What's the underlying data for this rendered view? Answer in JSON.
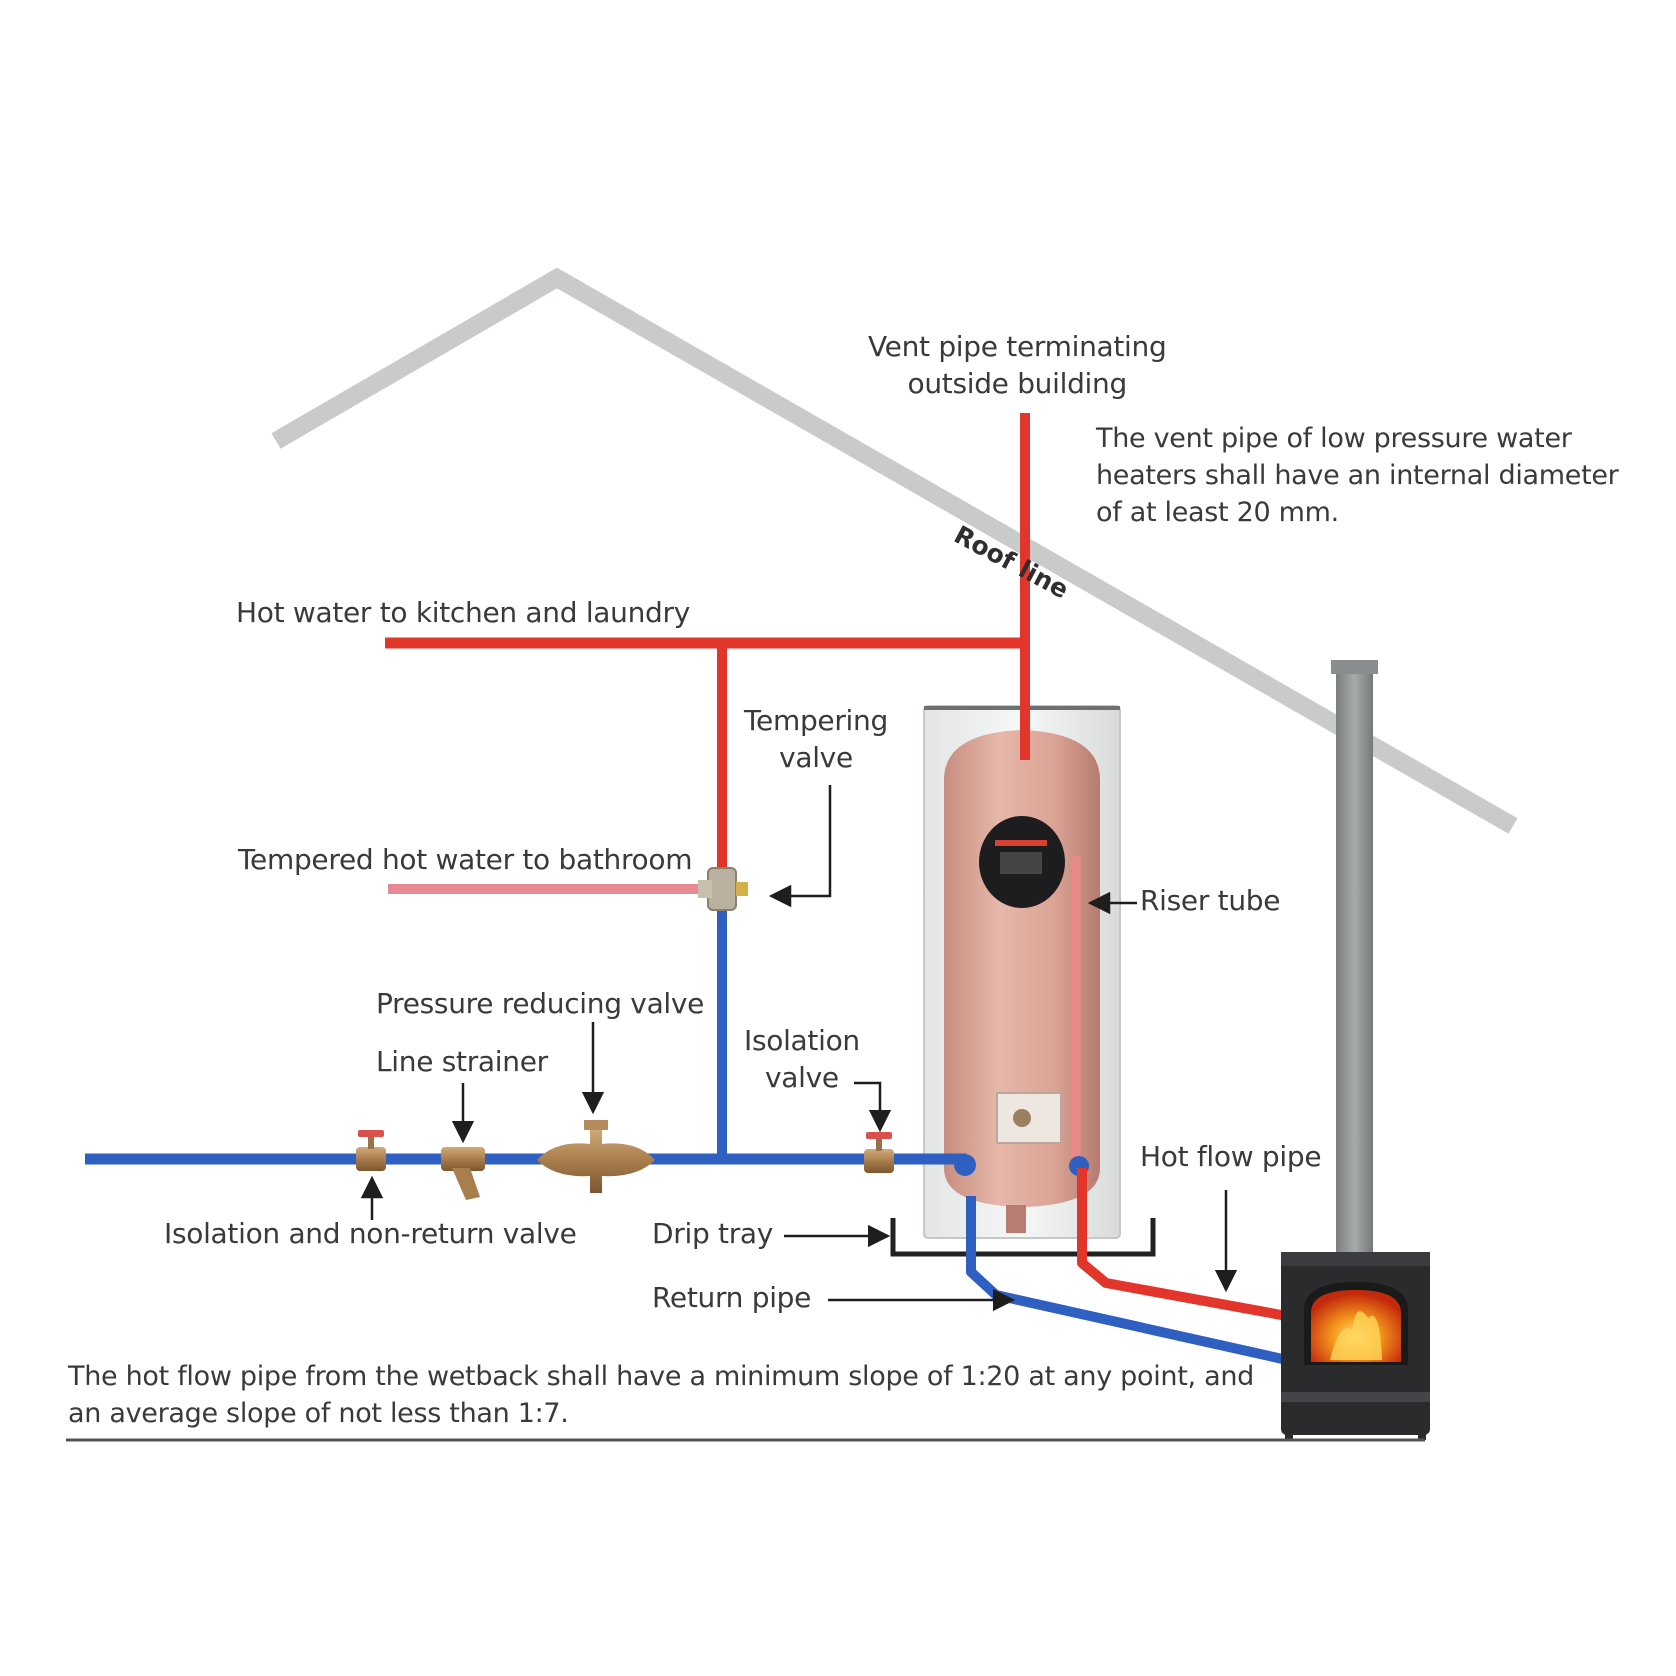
{
  "labels": {
    "vent_pipe": [
      "Vent pipe terminating",
      "outside building"
    ],
    "vent_note": [
      "The vent pipe of low pressure water",
      "heaters shall have an internal diameter",
      "of at least 20 mm."
    ],
    "roof_line": "Roof line",
    "hot_water_kitchen": "Hot water to kitchen and laundry",
    "tempering_valve": [
      "Tempering",
      "valve"
    ],
    "tempered_bathroom": "Tempered hot water to bathroom",
    "riser_tube": "Riser tube",
    "pressure_reducing_valve": "Pressure reducing valve",
    "line_strainer": "Line strainer",
    "isolation_valve": [
      "Isolation",
      "valve"
    ],
    "hot_flow_pipe": "Hot flow pipe",
    "isolation_non_return": "Isolation and non-return valve",
    "drip_tray": "Drip tray",
    "return_pipe": "Return pipe",
    "slope_note": [
      "The hot flow pipe from the  wetback shall have a minimum slope of 1:20 at any point, and",
      "an average slope of not less than 1:7."
    ]
  },
  "colors": {
    "hot_pipe": "#e2352c",
    "tempered_pipe": "#e88a94",
    "cold_pipe": "#2f5fc0",
    "roof": "#c9cbcb",
    "tank": "#d9a597",
    "flue": "#8c8f90",
    "stove": "#2a2b2d",
    "fire": "#f07d12"
  }
}
